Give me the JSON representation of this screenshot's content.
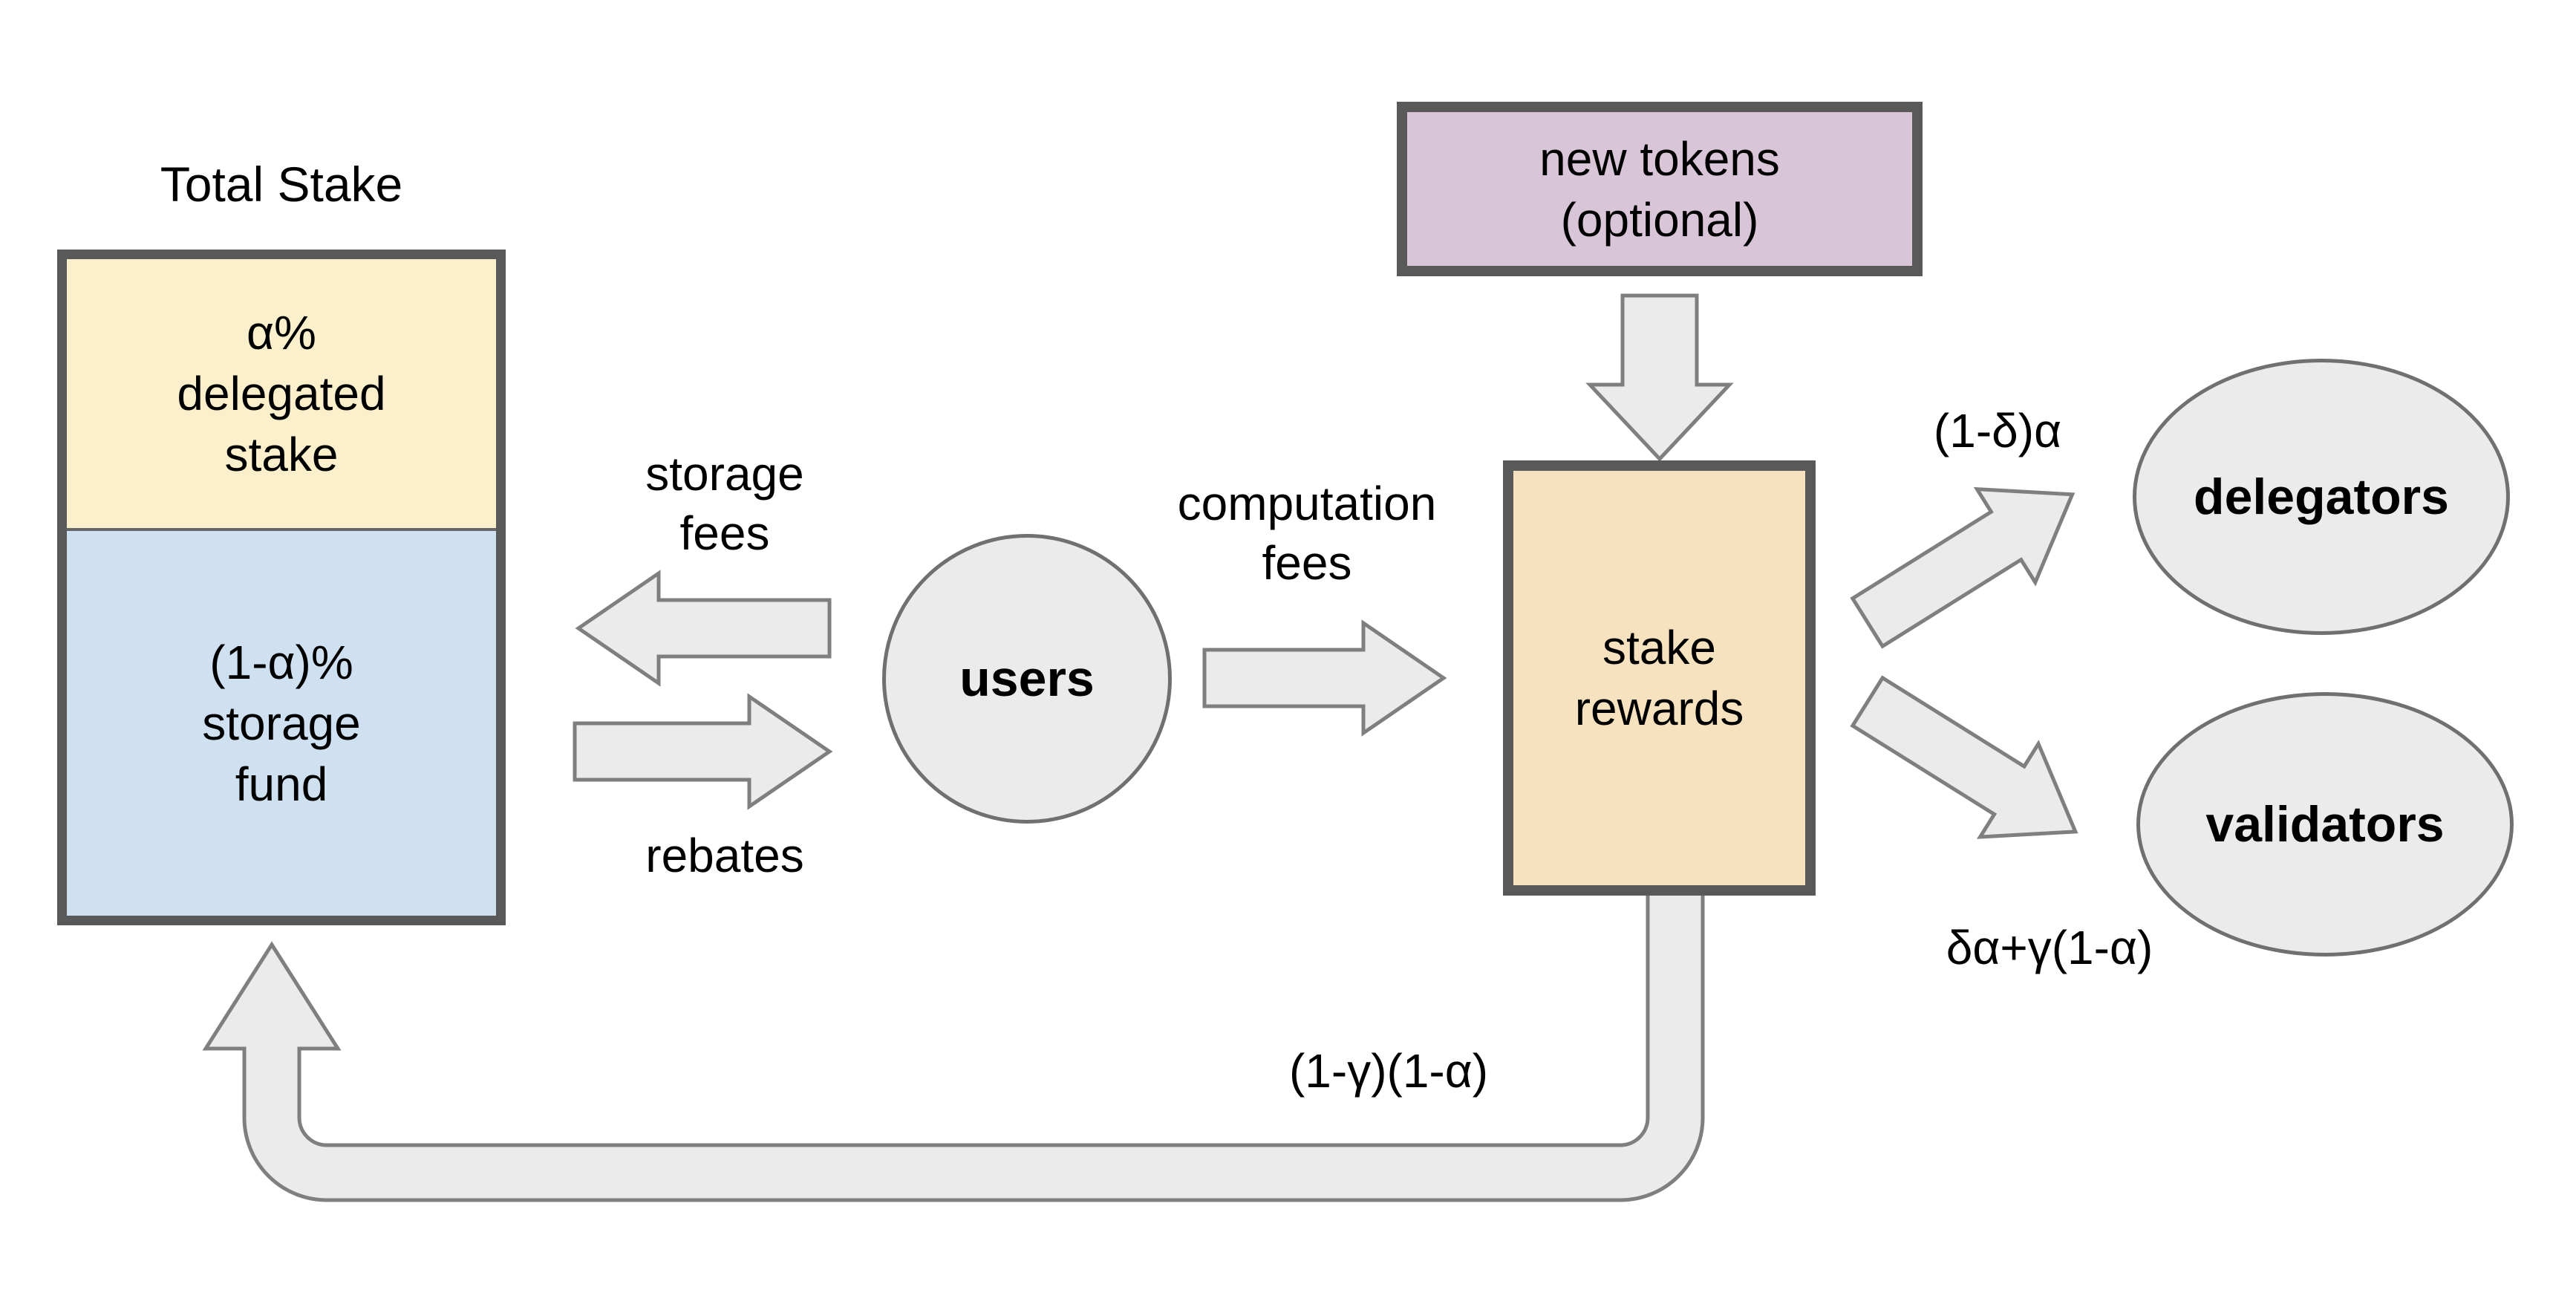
{
  "title": "Total Stake",
  "nodes": {
    "delegated_stake": "α%\ndelegated\nstake",
    "storage_fund": "(1-α)%\nstorage\nfund",
    "users": "users",
    "new_tokens": "new tokens\n(optional)",
    "stake_rewards": "stake\nrewards",
    "delegators": "delegators",
    "validators": "validators"
  },
  "edge_labels": {
    "storage_fees": "storage\nfees",
    "rebates": "rebates",
    "computation_fees": "computation\nfees",
    "delegators_share": "(1-δ)α",
    "validators_share": "δα+γ(1-α)",
    "storage_fund_return": "(1-γ)(1-α)"
  },
  "colors": {
    "delegated_stake_fill": "#fbf0cb",
    "storage_fund_fill": "#cfe0f1",
    "new_tokens_fill": "#d9c5d8",
    "stake_rewards_fill": "#f7e2c0",
    "node_fill": "#ebebeb",
    "arrow_fill": "#ebebeb",
    "arrow_stroke": "#7f7f7f",
    "box_border": "#595959"
  }
}
